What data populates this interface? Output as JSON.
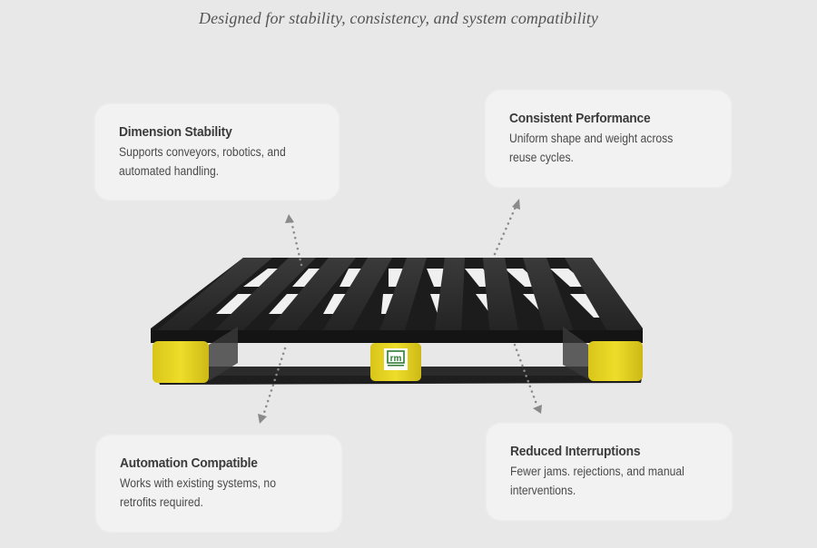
{
  "header": {
    "subtitle": "Designed for stability, consistency, and system compatibility"
  },
  "features": [
    {
      "title": "Dimension Stability",
      "description": "Supports conveyors, robotics, and automated handling.",
      "position": "top-left"
    },
    {
      "title": "Consistent Performance",
      "description": "Uniform shape and weight across reuse cycles.",
      "position": "top-right"
    },
    {
      "title": "Automation Compatible",
      "description": "Works with existing systems, no retrofits required.",
      "position": "bottom-left"
    },
    {
      "title": "Reduced Interruptions",
      "description": "Fewer jams. rejections, and manual interventions.",
      "position": "bottom-right"
    }
  ],
  "product": {
    "name": "plastic-pallet",
    "logo_text": "rm"
  },
  "colors": {
    "background": "#e8e8e8",
    "card": "#f2f2f2",
    "pallet_deck": "#2a2a2a",
    "pallet_block": "#e6d21e",
    "arrow": "#8a8a8a"
  }
}
